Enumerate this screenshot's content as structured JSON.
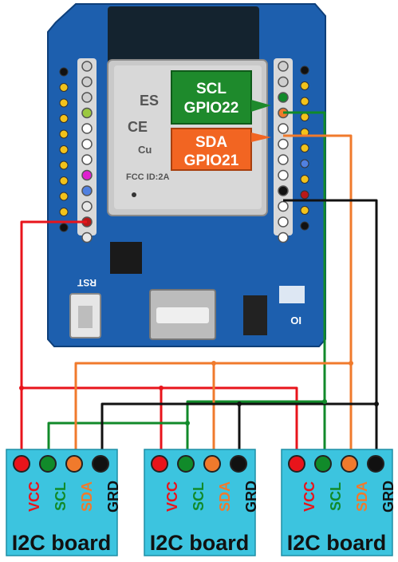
{
  "board": {
    "chip_text_1": "ES",
    "chip_text_2": "CE",
    "chip_text_3": "FCC ID:2A",
    "chip_text_4": "Cu",
    "rst_label": "RST",
    "io_label": "IO"
  },
  "callouts": {
    "scl_line1": "SCL",
    "scl_line2": "GPIO22",
    "sda_line1": "SDA",
    "sda_line2": "GPIO21"
  },
  "pin_labels": {
    "vcc": "VCC",
    "scl": "SCL",
    "sda": "SDA",
    "grd": "GRD"
  },
  "modules": [
    {
      "title": "I2C board"
    },
    {
      "title": "I2C board"
    },
    {
      "title": "I2C board"
    }
  ],
  "colors": {
    "vcc": "#e8141b",
    "scl": "#118a2a",
    "sda": "#f07a2c",
    "gnd": "#111111",
    "board": "#1d5fae",
    "module": "#3cc4df",
    "scl_callout": "#1e8a2c",
    "sda_callout": "#f26522"
  }
}
